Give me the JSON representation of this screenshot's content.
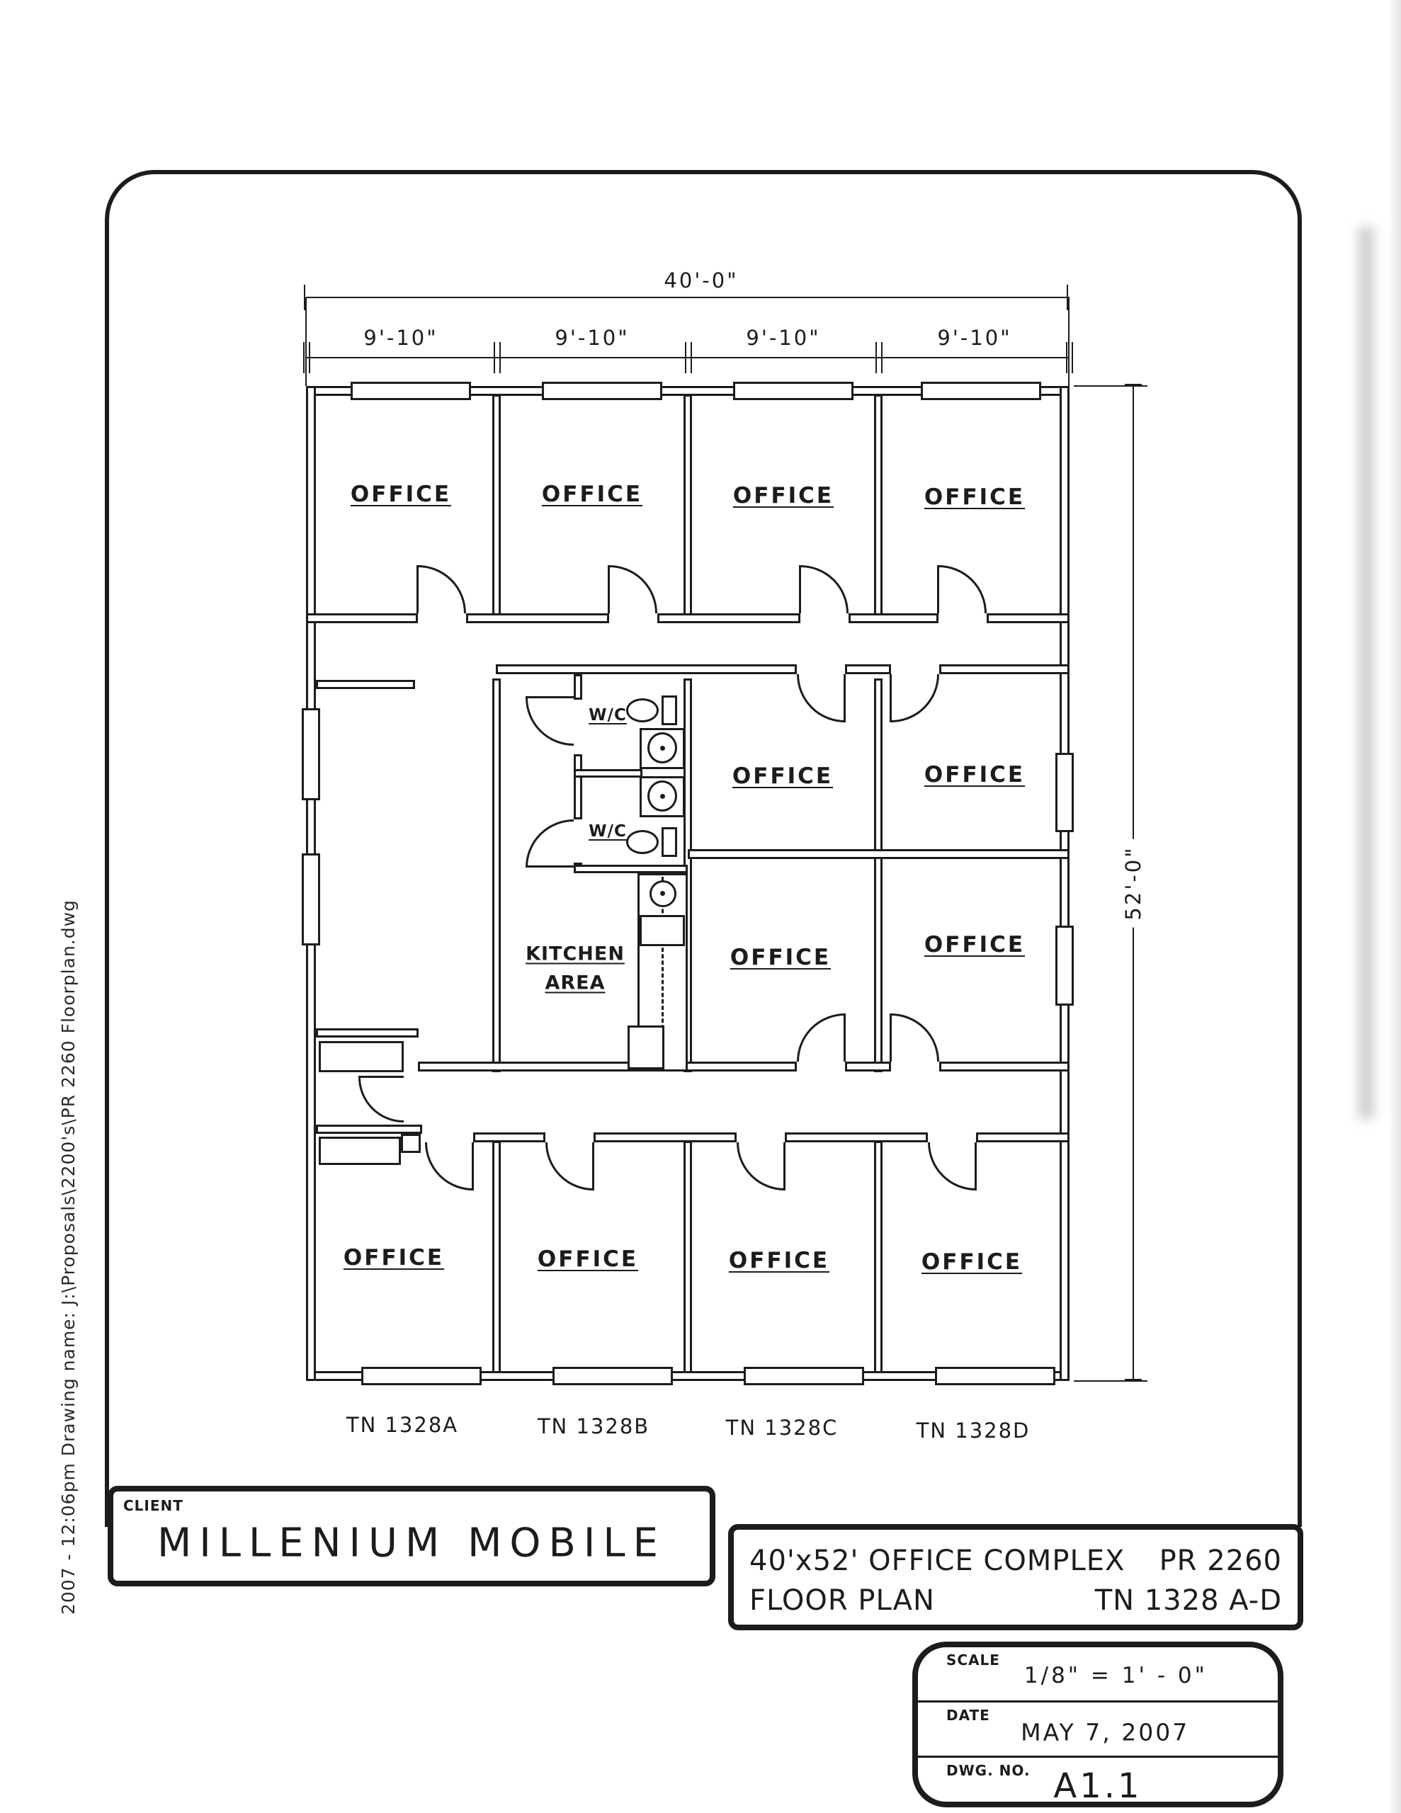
{
  "side_note": "2007 - 12:06pm  Drawing name:  J:\\Proposals\\2200's\\PR 2260 Floorplan.dwg",
  "dimensions": {
    "total_width": "40'-0\"",
    "bay_widths": [
      "9'-10\"",
      "9'-10\"",
      "9'-10\"",
      "9'-10\""
    ],
    "total_height": "52'-0\""
  },
  "rooms": {
    "office": "OFFICE",
    "wc": "W/C",
    "kitchen_line1": "KITCHEN",
    "kitchen_line2": "AREA"
  },
  "unit_labels": [
    "TN 1328A",
    "TN 1328B",
    "TN 1328C",
    "TN 1328D"
  ],
  "title_block": {
    "client_label": "CLIENT",
    "client_name": "MILLENIUM  MOBILE",
    "project_title": "40'x52' OFFICE COMPLEX",
    "project_number": "PR 2260",
    "sheet_title": "FLOOR PLAN",
    "unit_range": "TN 1328 A-D",
    "scale_label": "SCALE",
    "scale_value": "1/8\" = 1' - 0\"",
    "date_label": "DATE",
    "date_value": "MAY 7, 2007",
    "dwg_label": "DWG. NO.",
    "dwg_value": "A1.1"
  }
}
